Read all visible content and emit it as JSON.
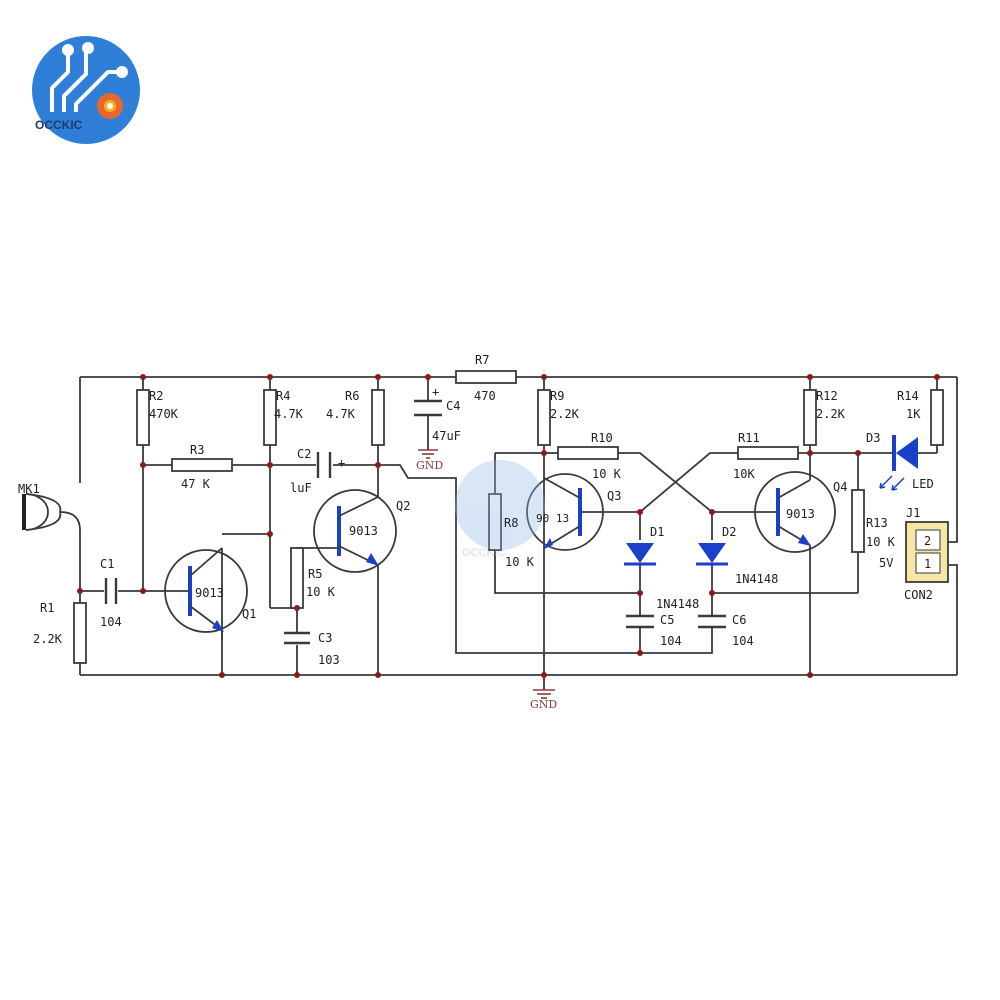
{
  "brand": {
    "name": "OCCKIC",
    "colors": {
      "circle": "#2f7fd8",
      "gear": "#e8672a",
      "gear_mid": "#f4b223"
    }
  },
  "watermark": {
    "name": "OCCKIC"
  },
  "labels": {
    "mk1": "MK1",
    "r1": "R1",
    "r1_val": "2.2K",
    "c1": "C1",
    "c1_val": "104",
    "r2": "R2",
    "r2_val": "470K",
    "r3": "R3",
    "r3_val": "47 K",
    "r4": "R4",
    "r4_val": "4.7K",
    "r5": "R5",
    "r5_val": "10 K",
    "c3": "C3",
    "c3_val": "103",
    "c2": "C2",
    "c2_val": "luF",
    "q1": "Q1",
    "q1_type": "9013",
    "r6": "R6",
    "r6_val": "4.7K",
    "q2": "Q2",
    "q2_type": "9013",
    "c4": "C4",
    "c4_val": "47uF",
    "gnd_top": "GND",
    "r7": "R7",
    "r7_val": "470",
    "r9": "R9",
    "r9_val": "2.2K",
    "r10": "R10",
    "r10_val": "10 K",
    "r8": "R8",
    "r8_val": "10 K",
    "q3": "Q3",
    "q3_type": "90 13",
    "d1": "D1",
    "d1_val": "1N4148",
    "d2": "D2",
    "d2_val": "1N4148",
    "c5": "C5",
    "c5_val": "104",
    "c6": "C6",
    "c6_val": "104",
    "r11": "R11",
    "r11_val": "10K",
    "q4": "Q4",
    "q4_type": "9013",
    "r12": "R12",
    "r12_val": "2.2K",
    "r13": "R13",
    "r13_val": "10 K",
    "r14": "R14",
    "r14_val": "1K",
    "d3": "D3",
    "led": "LED",
    "j1": "J1",
    "pin2": "2",
    "pin1": "1",
    "v5": "5V",
    "con2": "CON2",
    "gnd_bottom": "GND",
    "plus": "+"
  },
  "colors": {
    "wire": "#3a3a3a",
    "node": "#8b1a1a",
    "transistor_arrow": "#1a3fc8",
    "diode": "#1a3fc8",
    "led": "#1a3fc8",
    "connector": "#f3e6a6"
  }
}
